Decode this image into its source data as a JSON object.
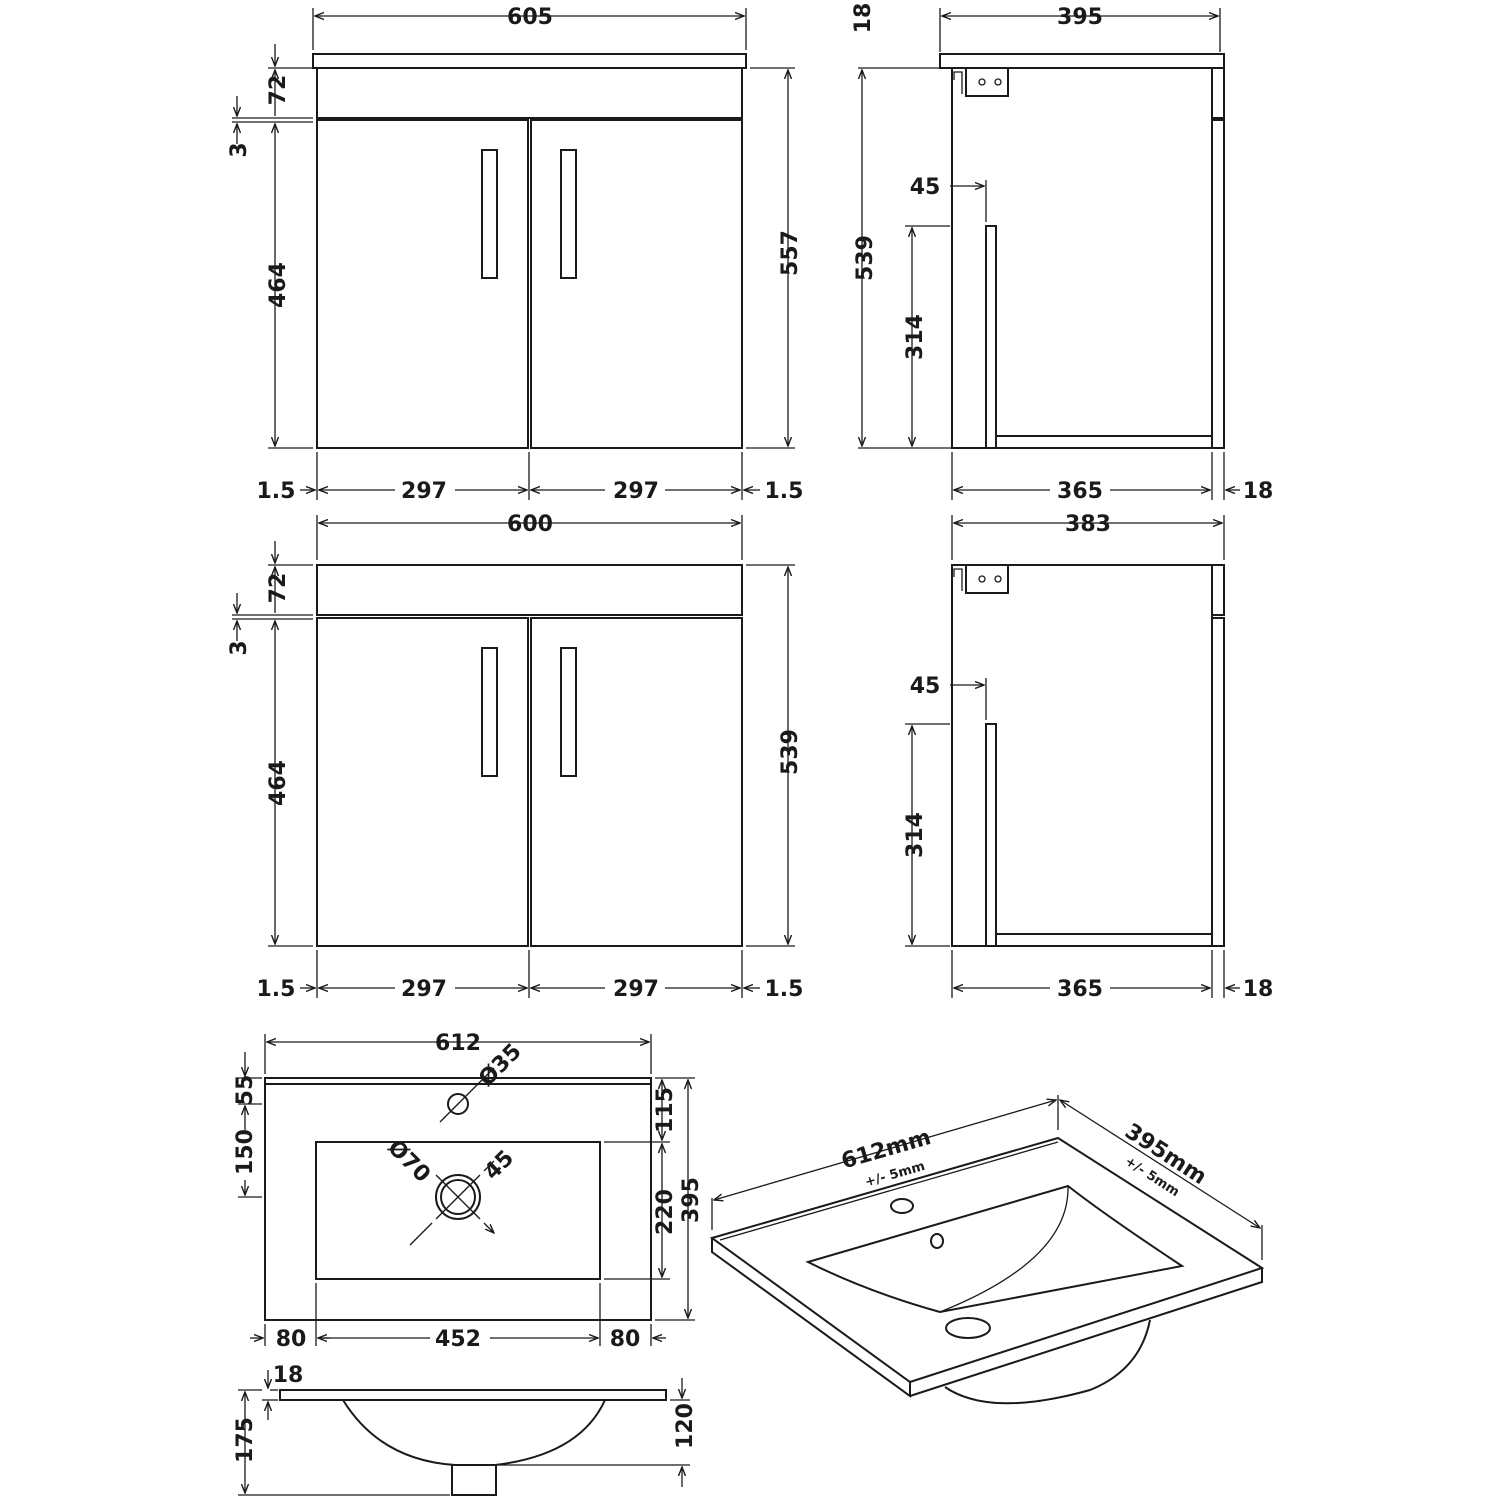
{
  "front_top": {
    "width_overall": "605",
    "top_height": "72",
    "gap": "3",
    "door_height": "464",
    "height_overall": "557",
    "edge_left": "1.5",
    "door_left": "297",
    "door_right": "297",
    "edge_right": "1.5"
  },
  "side_top": {
    "top_thickness": "18",
    "depth_overall": "395",
    "height": "539",
    "inset": "45",
    "rail_height": "314",
    "carcass_depth": "365",
    "door_thickness": "18"
  },
  "front_bottom": {
    "width_overall": "600",
    "top_height": "72",
    "gap": "3",
    "door_height": "464",
    "height_overall": "539",
    "edge_left": "1.5",
    "door_left": "297",
    "door_right": "297",
    "edge_right": "1.5"
  },
  "side_bottom": {
    "depth_overall": "383",
    "inset": "45",
    "rail_height": "314",
    "carcass_depth": "365",
    "door_thickness": "18"
  },
  "basin_plan": {
    "width": "612",
    "tap_dia": "Ø35",
    "back_edge": "55",
    "to_bowl": "150",
    "tap_to_bowl": "115",
    "waste_dia": "Ø70",
    "angle": "45",
    "bowl_depth": "220",
    "depth": "395",
    "left_margin": "80",
    "bowl_width": "452",
    "right_margin": "80"
  },
  "basin_section": {
    "thickness": "18",
    "overall_height": "175",
    "bowl_drop": "120"
  },
  "basin_iso": {
    "width": "612mm",
    "width_tol": "+/- 5mm",
    "depth": "395mm",
    "depth_tol": "+/- 5mm"
  }
}
